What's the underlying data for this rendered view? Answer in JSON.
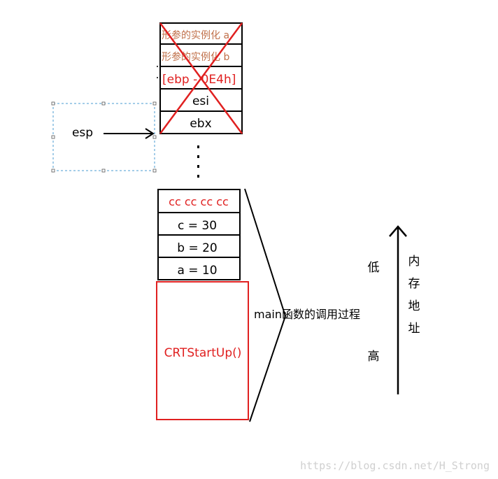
{
  "stack_top": {
    "cells": [
      {
        "text": "形参的实例化 a",
        "color": "#c0704a"
      },
      {
        "text": "形参的实例化 b",
        "color": "#c0704a"
      },
      {
        "text": "[ebp - 0E4h]",
        "color": "#e02020"
      },
      {
        "text": "esi",
        "color": "#000000"
      },
      {
        "text": "ebx",
        "color": "#000000"
      }
    ],
    "crossed_out": true
  },
  "stack_bottom": {
    "cells": [
      {
        "text": "cc cc cc cc",
        "color": "#e02020"
      },
      {
        "text": "c = 30",
        "color": "#000000"
      },
      {
        "text": "b = 20",
        "color": "#000000"
      },
      {
        "text": "a = 10",
        "color": "#000000"
      }
    ]
  },
  "crt_box": {
    "text": "CRTStartUp()",
    "color": "#e02020"
  },
  "esp_label": "esp",
  "call_label": "main函数的调用过程",
  "address": {
    "low": "低",
    "high": "高",
    "title_chars": [
      "内",
      "存",
      "地",
      "址"
    ]
  },
  "watermark": "https://blog.csdn.net/H_Strong",
  "colors": {
    "red": "#e02020",
    "selection": "#4a9bd1",
    "watermark": "#d0d0d0"
  }
}
